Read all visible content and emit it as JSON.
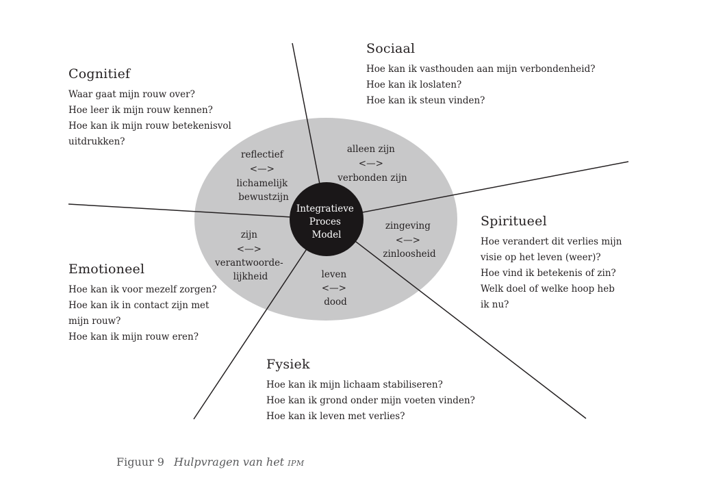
{
  "center": {
    "lines": [
      "Integratieve",
      "Proces",
      "Model"
    ]
  },
  "polarities": [
    {
      "id": "reflectief",
      "lines": [
        "reflectief",
        "<—>",
        "lichamelijk",
        "bewustzijn"
      ]
    },
    {
      "id": "alleen",
      "lines": [
        "alleen zijn",
        "<—>",
        "verbonden zijn"
      ]
    },
    {
      "id": "zijn",
      "lines": [
        "zijn",
        "<—>",
        "verantwoorde-",
        "lijkheid"
      ]
    },
    {
      "id": "zingeving",
      "lines": [
        "zingeving",
        "<—>",
        "zinloosheid"
      ]
    },
    {
      "id": "leven",
      "lines": [
        "leven",
        "<—>",
        "dood"
      ]
    }
  ],
  "sections": {
    "cognitief": {
      "title": "Cognitief",
      "questions": [
        "Waar gaat mijn rouw over?",
        "Hoe leer ik mijn rouw kennen?",
        "Hoe kan ik mijn rouw betekenisvol",
        "uitdrukken?"
      ]
    },
    "sociaal": {
      "title": "Sociaal",
      "questions": [
        "Hoe kan ik vasthouden aan mijn verbondenheid?",
        "Hoe kan ik loslaten?",
        "Hoe kan ik steun vinden?"
      ]
    },
    "spiritueel": {
      "title": "Spiritueel",
      "questions": [
        "Hoe verandert dit verlies mijn",
        "visie op het leven (weer)?",
        "Hoe vind ik betekenis of zin?",
        "Welk doel of welke hoop heb",
        "ik nu?"
      ]
    },
    "emotioneel": {
      "title": "Emotioneel",
      "questions": [
        "Hoe kan ik voor mezelf zorgen?",
        "Hoe kan ik in contact zijn met",
        "mijn rouw?",
        "Hoe kan ik mijn rouw eren?"
      ]
    },
    "fysiek": {
      "title": "Fysiek",
      "questions": [
        "Hoe kan ik mijn lichaam stabiliseren?",
        "Hoe kan ik grond onder mijn voeten vinden?",
        "Hoe kan ik leven met verlies?"
      ]
    }
  },
  "caption": {
    "number": "Figuur 9",
    "text": "Hulpvragen van het ",
    "abbr": "IPM"
  },
  "colors": {
    "ellipse": "#c8c8c9",
    "center": "#1a1718",
    "line": "#231f20",
    "caption": "#58595b"
  }
}
